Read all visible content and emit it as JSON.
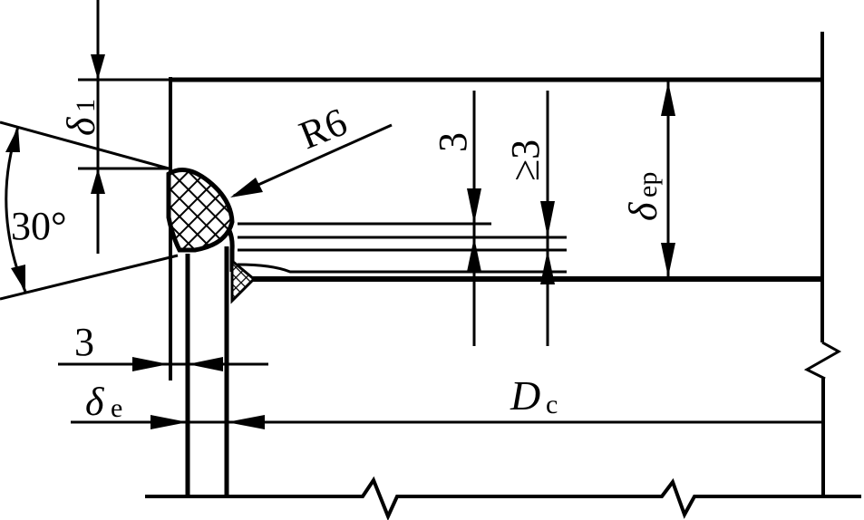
{
  "labels": {
    "delta_1": "δ",
    "delta_1_sub": "1",
    "angle": "30°",
    "radius": "R6",
    "dim_3_left": "3",
    "dim_3_vertical": "3",
    "dim_ge_3": "≥3",
    "delta_ep": "δ",
    "delta_ep_sub": "ep",
    "delta_e": "δ",
    "delta_e_sub": "e",
    "d_c": "D",
    "d_c_sub": "c"
  },
  "colors": {
    "ink": "#000000",
    "paper": "#ffffff"
  }
}
